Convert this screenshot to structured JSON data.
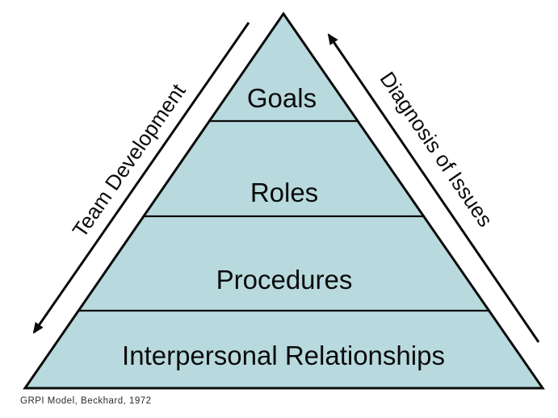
{
  "diagram": {
    "type": "pyramid",
    "model_name": "GRPI",
    "layers": [
      {
        "label": "Goals"
      },
      {
        "label": "Roles"
      },
      {
        "label": "Procedures"
      },
      {
        "label": "Interpersonal Relationships"
      }
    ],
    "left_annotation": {
      "label": "Team Development",
      "arrow_direction": "down-left"
    },
    "right_annotation": {
      "label": "Diagnosis of Issues",
      "arrow_direction": "up-right-to-apex"
    },
    "caption": "GRPI Model, Beckhard, 1972",
    "colors": {
      "pyramid_fill": "#b8dade",
      "line": "#0b0b0b",
      "background": "#ffffff"
    }
  }
}
